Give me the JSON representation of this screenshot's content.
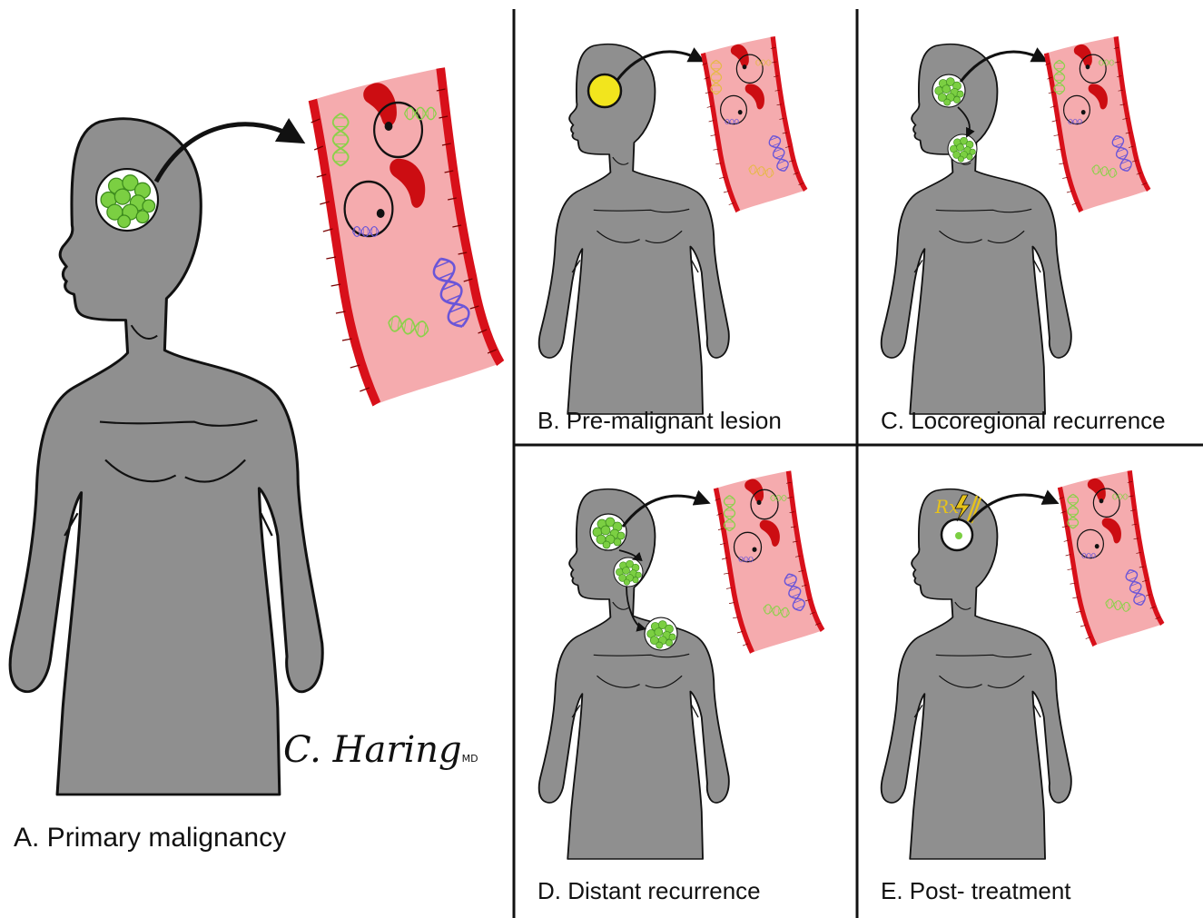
{
  "panels": {
    "a": {
      "caption": "A. Primary malignancy"
    },
    "b": {
      "caption": "B. Pre-malignant lesion"
    },
    "c": {
      "caption": "C. Locoregional recurrence"
    },
    "d": {
      "caption": "D. Distant recurrence"
    },
    "e": {
      "caption": "E. Post- treatment"
    }
  },
  "treatment_label": "Rx",
  "signature": {
    "name": "C. Haring",
    "suffix": "MD"
  },
  "colors": {
    "body": "#8f8f8f",
    "outline": "#111111",
    "vessel_wall": "#d8101a",
    "plasma": "#f4a7aa",
    "tumor_cells": "#7bcf42",
    "tumor_dna": "#8bd14a",
    "normal_dna": "#6a55d8",
    "lesion_dna": "#e7b84a",
    "lesion": "#f2e51d",
    "red_blood_cell": "#cc0d12",
    "treatment_symbol": "#e6c21b"
  }
}
